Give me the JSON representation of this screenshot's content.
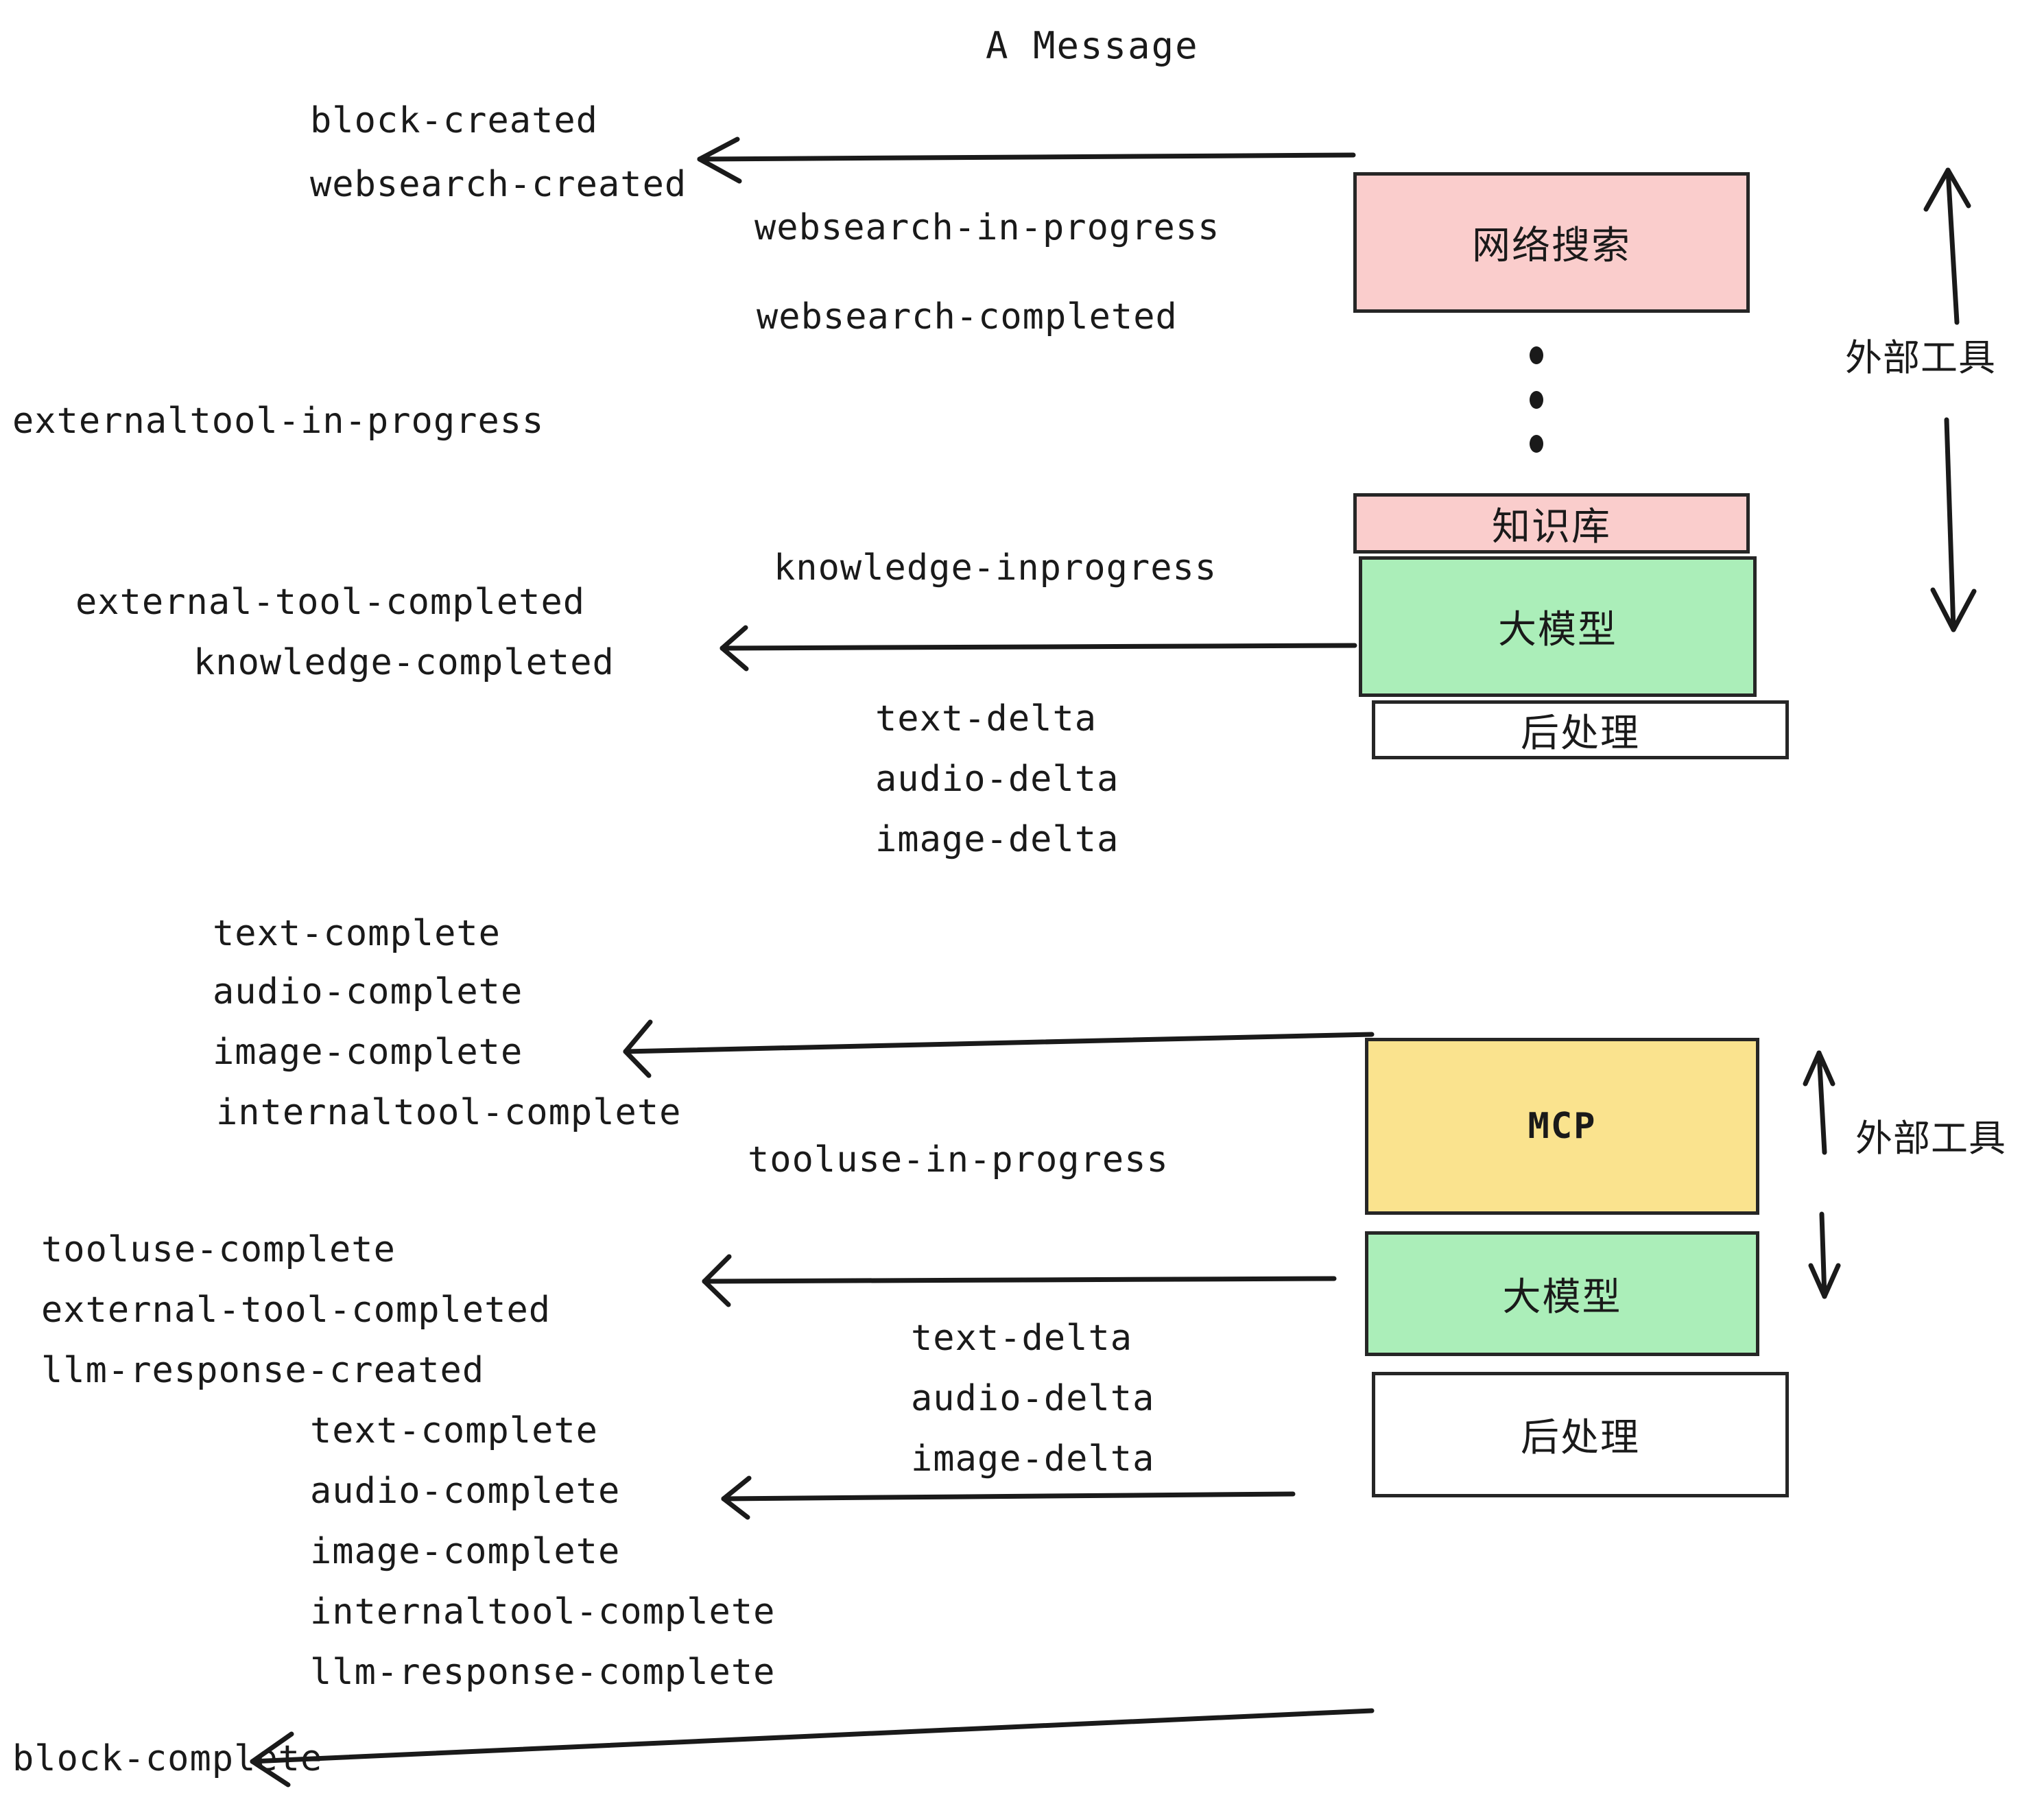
{
  "title": "A Message",
  "nodes": [
    {
      "id": "websearch",
      "label": "网络搜索",
      "color": "#facdcc",
      "kind": "cn"
    },
    {
      "id": "knowledge",
      "label": "知识库",
      "color": "#facdcc",
      "kind": "cn"
    },
    {
      "id": "llm-1",
      "label": "大模型",
      "color": "#abeeb9",
      "kind": "cn"
    },
    {
      "id": "postprocess-1",
      "label": "后处理",
      "color": "#ffffff",
      "kind": "cn"
    },
    {
      "id": "mcp",
      "label": "MCP",
      "color": "#fae38e",
      "kind": "mono"
    },
    {
      "id": "llm-2",
      "label": "大模型",
      "color": "#abeeb9",
      "kind": "cn"
    },
    {
      "id": "postprocess-2",
      "label": "后处理",
      "color": "#ffffff",
      "kind": "cn"
    }
  ],
  "side_labels": [
    {
      "id": "external-tools-top",
      "text": "外部工具"
    },
    {
      "id": "external-tools-bottom",
      "text": "外部工具"
    }
  ],
  "events": [
    {
      "id": "block-created",
      "text": "block-created"
    },
    {
      "id": "websearch-created",
      "text": "websearch-created"
    },
    {
      "id": "websearch-in-progress",
      "text": "websearch-in-progress"
    },
    {
      "id": "websearch-completed",
      "text": "websearch-completed"
    },
    {
      "id": "externaltool-in-progress",
      "text": "externaltool-in-progress"
    },
    {
      "id": "knowledge-inprogress",
      "text": "knowledge-inprogress"
    },
    {
      "id": "external-tool-completed-1",
      "text": "external-tool-completed"
    },
    {
      "id": "knowledge-completed",
      "text": "knowledge-completed"
    },
    {
      "id": "text-delta-1",
      "text": "text-delta"
    },
    {
      "id": "audio-delta-1",
      "text": "audio-delta"
    },
    {
      "id": "image-delta-1",
      "text": "image-delta"
    },
    {
      "id": "text-complete-1",
      "text": "text-complete"
    },
    {
      "id": "audio-complete-1",
      "text": "audio-complete"
    },
    {
      "id": "image-complete-1",
      "text": "image-complete"
    },
    {
      "id": "internaltool-complete-1",
      "text": "internaltool-complete"
    },
    {
      "id": "tooluse-in-progress",
      "text": "tooluse-in-progress"
    },
    {
      "id": "tooluse-complete",
      "text": "tooluse-complete"
    },
    {
      "id": "external-tool-completed-2",
      "text": "external-tool-completed"
    },
    {
      "id": "llm-response-created",
      "text": "llm-response-created"
    },
    {
      "id": "text-delta-2",
      "text": "text-delta"
    },
    {
      "id": "audio-delta-2",
      "text": "audio-delta"
    },
    {
      "id": "image-delta-2",
      "text": "image-delta"
    },
    {
      "id": "text-complete-2",
      "text": "text-complete"
    },
    {
      "id": "audio-complete-2",
      "text": "audio-complete"
    },
    {
      "id": "image-complete-2",
      "text": "image-complete"
    },
    {
      "id": "internaltool-complete-2",
      "text": "internaltool-complete"
    },
    {
      "id": "llm-response-complete",
      "text": "llm-response-complete"
    },
    {
      "id": "block-complete",
      "text": "block-complete"
    }
  ],
  "colors": {
    "pink": "#facdcc",
    "green": "#abeeb9",
    "yellow": "#fae38e",
    "white": "#ffffff",
    "stroke": "#262626",
    "text": "#1a1a1a"
  }
}
